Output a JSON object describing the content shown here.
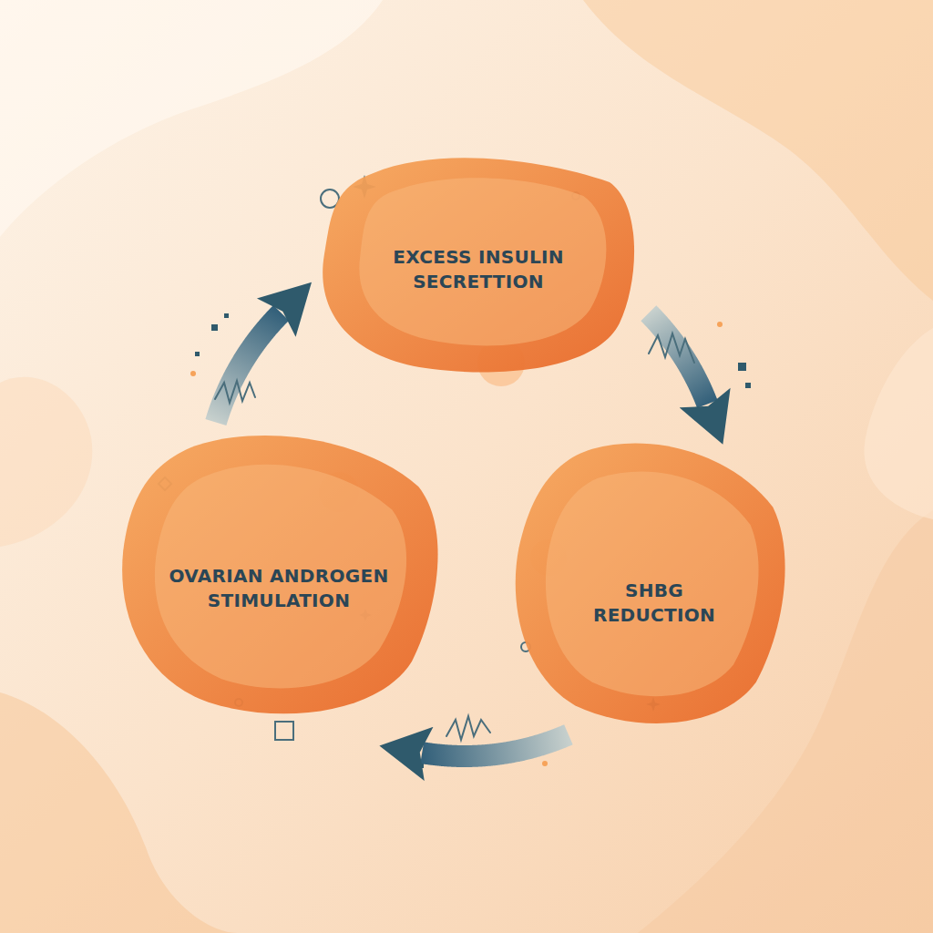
{
  "diagram": {
    "nodes": [
      {
        "text": [
          "EXCESS INSULIN SECRETTION"
        ]
      },
      {
        "text": [
          "SHBG REDUCTION"
        ]
      },
      {
        "text": [
          "OVARIAN ANDROGEN STIMULATION"
        ]
      }
    ],
    "edges": [
      {
        "from": 0,
        "to": 1,
        "arrow": "to"
      },
      {
        "from": 1,
        "to": 2,
        "arrow": "to"
      },
      {
        "from": 2,
        "to": 0,
        "arrow": "to"
      }
    ]
  }
}
